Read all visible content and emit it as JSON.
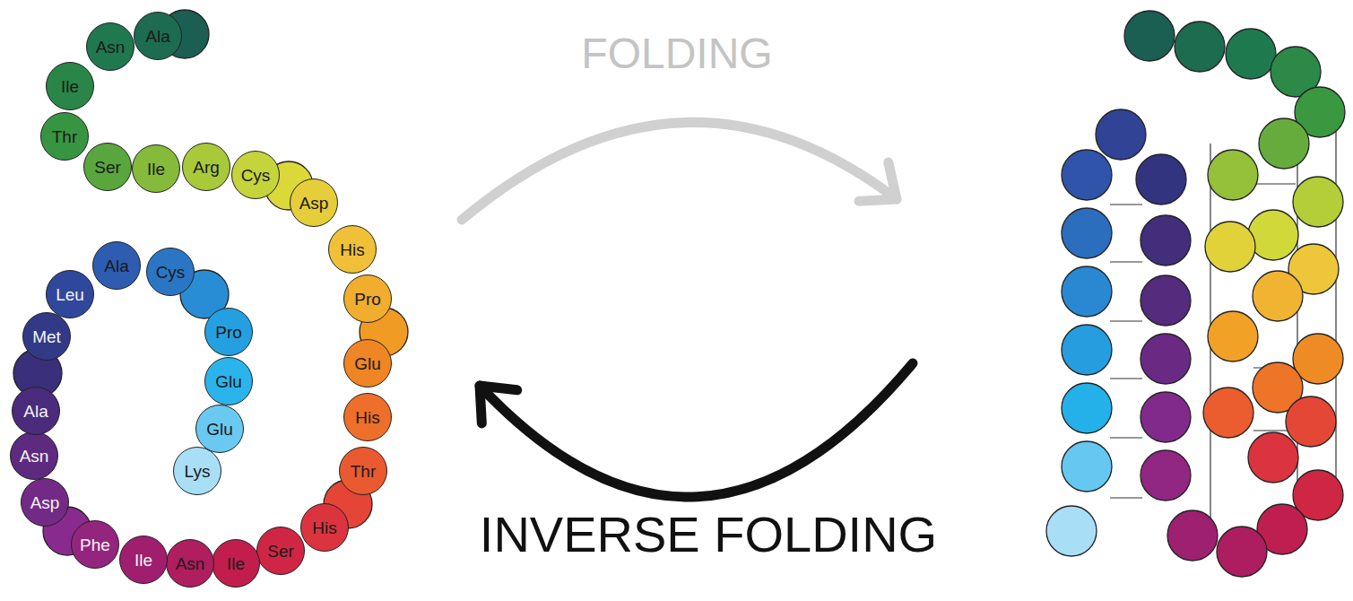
{
  "diagram": {
    "nodes": [
      {
        "text": [
          "Ala"
        ]
      },
      {
        "text": [
          "Asn"
        ]
      },
      {
        "text": [
          "Ile"
        ]
      },
      {
        "text": [
          "Thr"
        ]
      },
      {
        "text": [
          "Ser"
        ]
      },
      {
        "text": [
          "Ile"
        ]
      },
      {
        "text": [
          "Arg"
        ]
      },
      {
        "text": [
          "Cys"
        ]
      },
      {
        "text": [
          "Asp"
        ]
      },
      {
        "text": [
          "His"
        ]
      },
      {
        "text": [
          "Pro"
        ]
      },
      {
        "text": [
          "Glu"
        ]
      },
      {
        "text": [
          "His"
        ]
      },
      {
        "text": [
          "Thr"
        ]
      },
      {
        "text": [
          "His"
        ]
      },
      {
        "text": [
          "Ser"
        ]
      },
      {
        "text": [
          "Ile"
        ]
      },
      {
        "text": [
          "Asn"
        ]
      },
      {
        "text": [
          "Ile"
        ]
      },
      {
        "text": [
          "Phe"
        ]
      },
      {
        "text": [
          "Asp"
        ]
      },
      {
        "text": [
          "Asn"
        ]
      },
      {
        "text": [
          "Ala"
        ]
      },
      {
        "text": [
          "Met"
        ]
      },
      {
        "text": [
          "Leu"
        ]
      },
      {
        "text": [
          "Ala"
        ]
      },
      {
        "text": [
          "Cys"
        ]
      },
      {
        "text": [
          "Pro"
        ]
      },
      {
        "text": [
          "Glu"
        ]
      },
      {
        "text": [
          "Glu"
        ]
      },
      {
        "text": [
          "Lys"
        ]
      }
    ],
    "labels": [
      "FOLDING",
      "INVERSE FOLDING"
    ]
  }
}
